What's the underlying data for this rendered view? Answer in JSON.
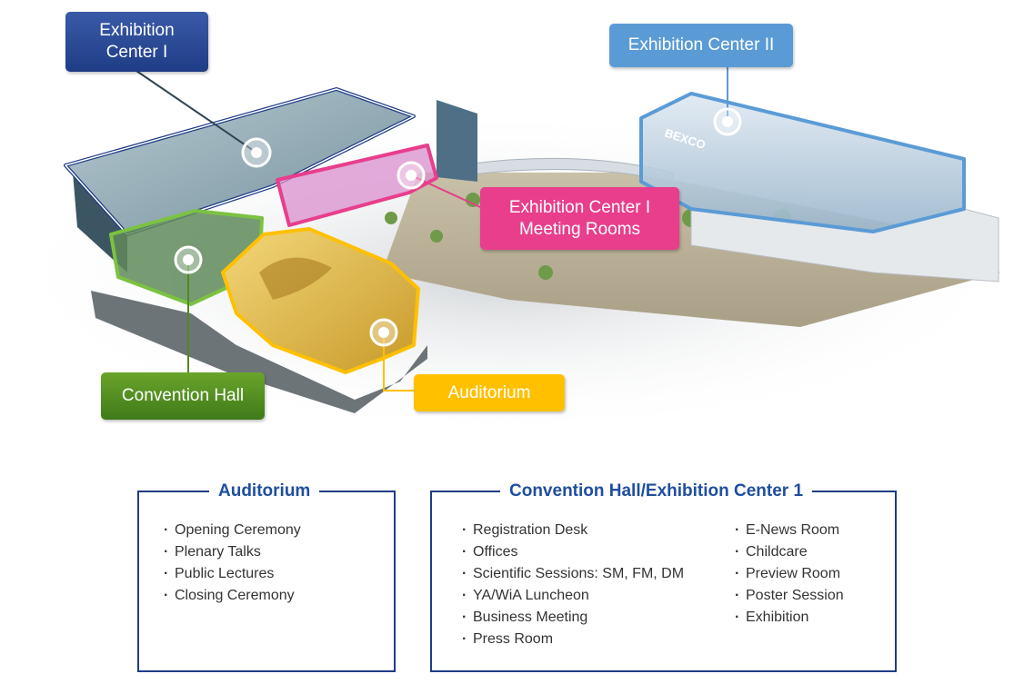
{
  "callouts": {
    "exhibition_center_1": {
      "line1": "Exhibition",
      "line2": "Center I",
      "color": "#1f3c86"
    },
    "exhibition_center_2": {
      "label": "Exhibition Center II",
      "color": "#5b9bd5"
    },
    "meeting_rooms": {
      "line1": "Exhibition Center I",
      "line2": "Meeting Rooms",
      "color": "#e83e8c"
    },
    "convention_hall": {
      "label": "Convention Hall",
      "color": "#4f8a1f"
    },
    "auditorium": {
      "label": "Auditorium",
      "color": "#ffc000"
    }
  },
  "building_sign": "BEXCO",
  "auditorium_box": {
    "title": "Auditorium",
    "items": [
      "Opening Ceremony",
      "Plenary Talks",
      "Public Lectures",
      "Closing Ceremony"
    ]
  },
  "convention_box": {
    "title": "Convention Hall/Exhibition Center 1",
    "items_left": [
      "Registration Desk",
      "Offices",
      "Scientific Sessions: SM, FM, DM",
      "YA/WiA Luncheon",
      "Business Meeting",
      "Press Room"
    ],
    "items_right": [
      "E-News Room",
      "Childcare",
      "Preview Room",
      "Poster Session",
      "Exhibition"
    ]
  }
}
